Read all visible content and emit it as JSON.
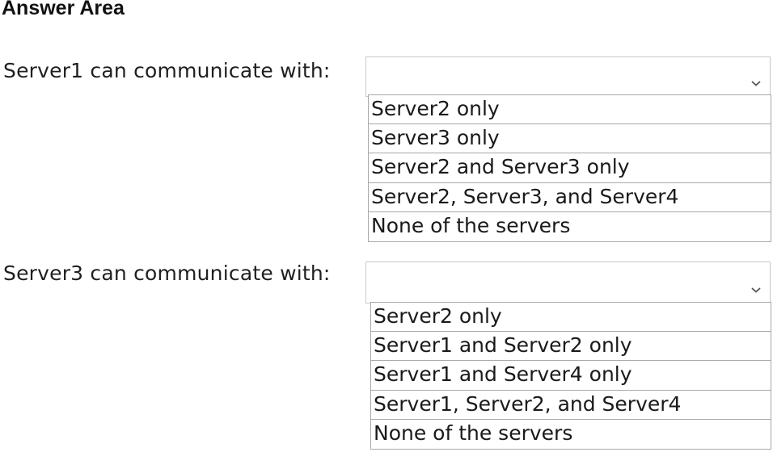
{
  "answer_area": {
    "title": "Answer Area"
  },
  "questions": [
    {
      "label": "Server1 can communicate with:",
      "selected": "",
      "options": [
        "Server2 only",
        "Server3 only",
        "Server2 and Server3 only",
        "Server2, Server3, and Server4",
        "None of the servers"
      ]
    },
    {
      "label": "Server3 can communicate with:",
      "selected": "",
      "options": [
        "Server2 only",
        "Server1 and Server2 only",
        "Server1 and Server4 only",
        "Server1, Server2, and Server4",
        "None of the servers"
      ]
    }
  ],
  "icons": {
    "dropdown_arrow": "chevron-down-icon"
  },
  "colors": {
    "option_border": "#a8a8a8",
    "select_border": "#c8c8c8",
    "text": "#1a1a1a"
  }
}
